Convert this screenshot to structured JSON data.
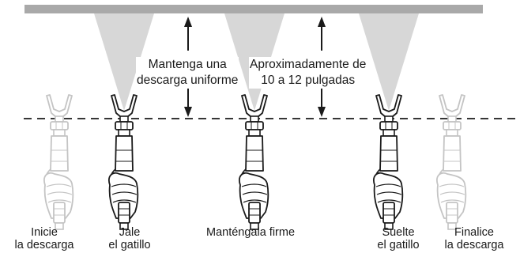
{
  "figure": {
    "surface_color": "#a9a9a9",
    "spray_color": "#d7d7d7",
    "gun_color": "#1a1a1a",
    "ghost_gun_color": "#c4c4c4",
    "callouts": {
      "uniform": {
        "line1": "Mantenga una",
        "line2": "descarga uniforme"
      },
      "distance": {
        "line1": "Aproximadamente de",
        "line2": "10 a 12 pulgadas"
      }
    },
    "steps": [
      {
        "line1": "Inicie",
        "line2": "la descarga",
        "state": "faded",
        "spray": false
      },
      {
        "line1": "Jale",
        "line2": "el gatillo",
        "state": "solid",
        "spray": true
      },
      {
        "line1": "Manténgala firme",
        "line2": "",
        "state": "solid",
        "spray": true
      },
      {
        "line1": "Suelte",
        "line2": "el gatillo",
        "state": "solid",
        "spray": true
      },
      {
        "line1": "Finalice",
        "line2": "la descarga",
        "state": "faded",
        "spray": false
      }
    ]
  }
}
